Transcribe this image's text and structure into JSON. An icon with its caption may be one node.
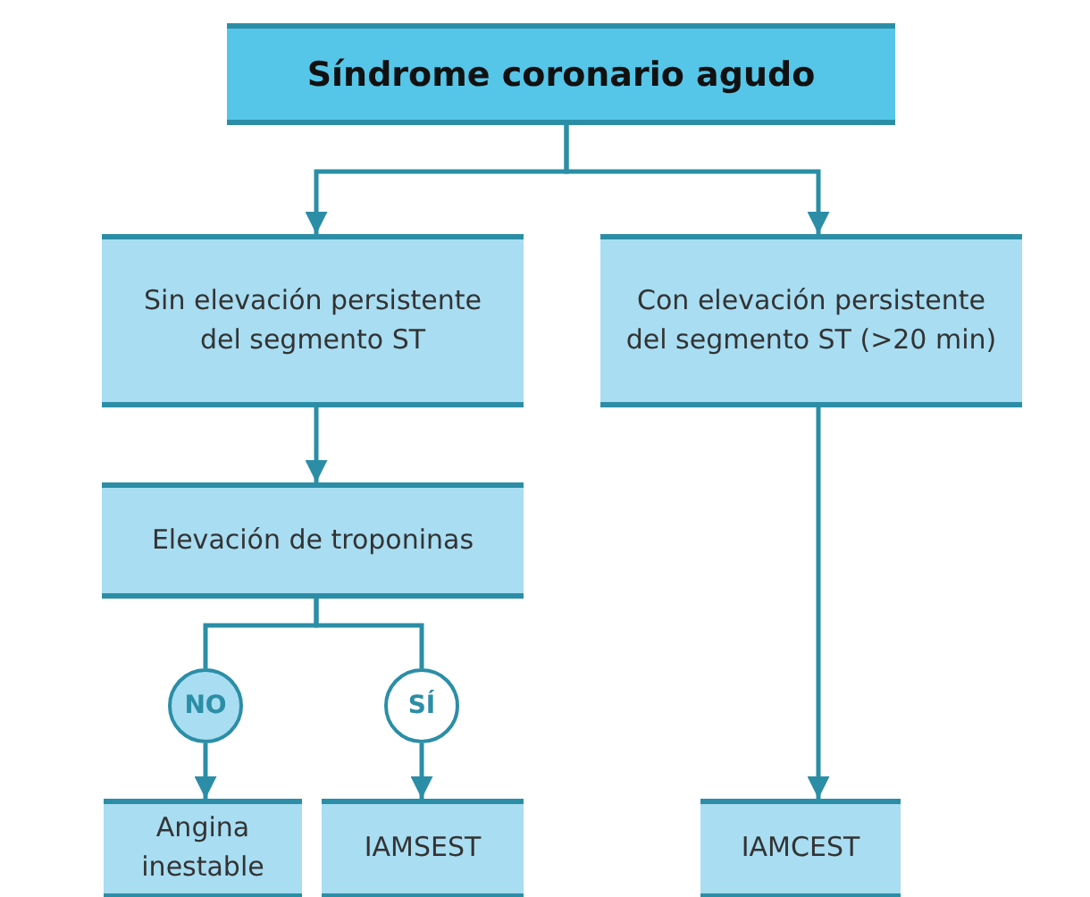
{
  "diagram": {
    "nodes": [
      {
        "text": [
          "Síndrome coronario agudo"
        ]
      },
      {
        "text": [
          "Sin elevación persistente del segmento ST"
        ]
      },
      {
        "text": [
          "Con elevación persistente del segmento ST (>20 min)"
        ]
      },
      {
        "text": [
          "Elevación de troponinas"
        ]
      },
      {
        "text": [
          "NO"
        ]
      },
      {
        "text": [
          "SÍ"
        ]
      },
      {
        "text": [
          "Angina inestable"
        ]
      },
      {
        "text": [
          "IAMSEST"
        ]
      },
      {
        "text": [
          "IAMCEST"
        ]
      }
    ],
    "edges": [
      {
        "from": 0,
        "to": 1,
        "arrow": "to"
      },
      {
        "from": 0,
        "to": 2,
        "arrow": "to"
      },
      {
        "from": 1,
        "to": 3,
        "arrow": "to"
      },
      {
        "from": 3,
        "to": 4,
        "arrow": "none"
      },
      {
        "from": 3,
        "to": 5,
        "arrow": "none"
      },
      {
        "from": 4,
        "to": 6,
        "arrow": "to"
      },
      {
        "from": 5,
        "to": 7,
        "arrow": "to"
      },
      {
        "from": 2,
        "to": 8,
        "arrow": "to"
      }
    ]
  }
}
